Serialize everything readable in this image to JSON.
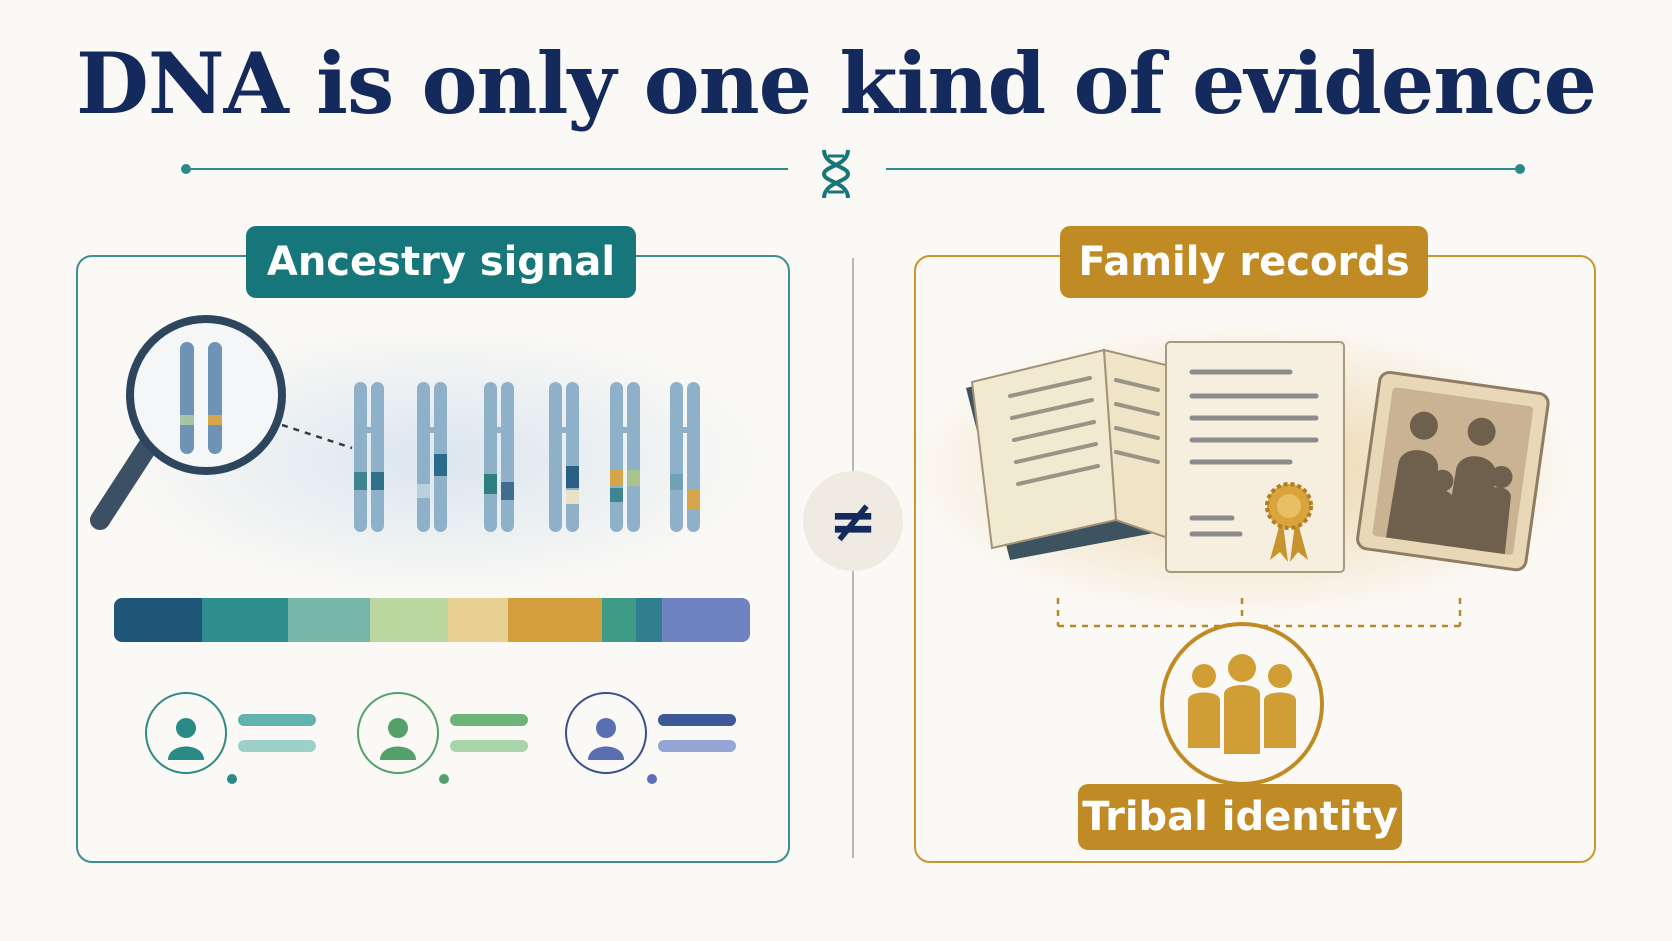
{
  "title": "DNA is only one kind of evidence",
  "left_panel": {
    "label": "Ancestry signal"
  },
  "right_panel": {
    "label": "Family records",
    "bottom_label": "Tribal identity"
  },
  "comparison_symbol": "≠",
  "colors": {
    "navy": "#142a5c",
    "teal": "#16767a",
    "gold": "#c08b25",
    "background": "#fbf9f5"
  },
  "icons": [
    "dna-icon",
    "magnifier-icon",
    "chromosome-icon",
    "ancestry-bar",
    "person-icon",
    "book-icon",
    "certificate-icon",
    "seal-icon",
    "family-photo-icon",
    "group-icon",
    "not-equal-icon"
  ]
}
